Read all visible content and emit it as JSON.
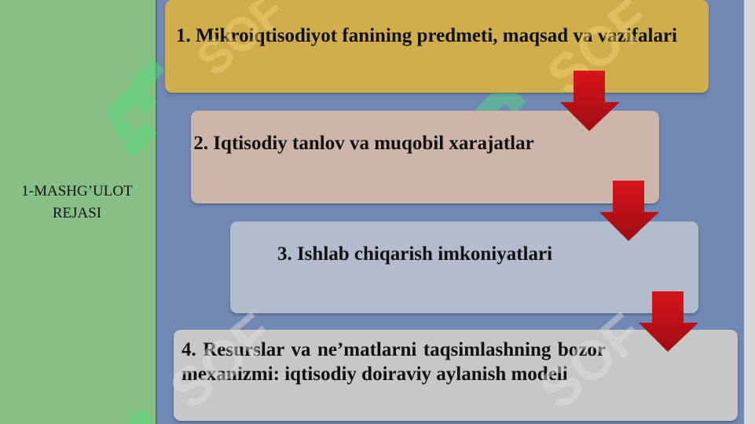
{
  "sidebar": {
    "title": "1-MASHG’ULOT REJASI"
  },
  "steps": [
    {
      "label": "1.  Mikroiqtisodiyot  fanining  predmeti, maqsad va vazifalari"
    },
    {
      "label": "2. Iqtisodiy tanlov va muqobil xarajatlar"
    },
    {
      "label": "3. Ishlab chiqarish imkoniyatlari"
    },
    {
      "label": "4. Resurslar va ne’matlarni taqsimlashning bozor mexanizmi: iqtisodiy doiraviy aylanish modeli"
    }
  ],
  "watermark": {
    "text": "SOF"
  },
  "colors": {
    "sidebar": "#86c086",
    "background": "#7088b4",
    "step1": "#d0ae4c",
    "step2": "#ccb6aa",
    "step3": "#b3bccc",
    "step4": "#c7c7c7",
    "arrow": "#cc1a1a"
  },
  "icons": [
    "down-arrow-icon",
    "watermark-logo-icon"
  ]
}
